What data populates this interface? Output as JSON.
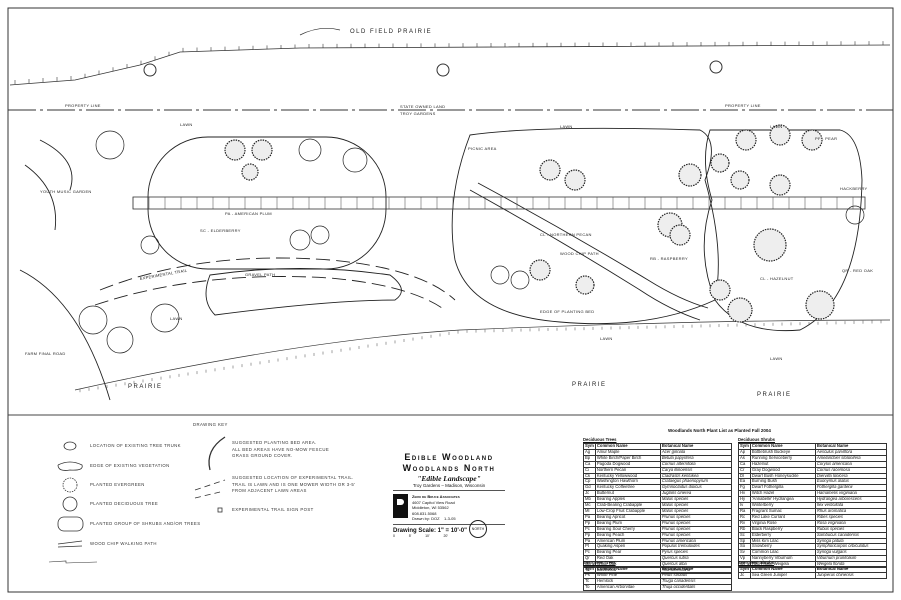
{
  "plan": {
    "labels": {
      "old_field_prairie": "OLD FIELD PRAIRIE",
      "property_line_left": "PROPERTY LINE",
      "property_line_right": "PROPERTY LINE",
      "state_owned_land": "STATE OWNED LAND",
      "troy_gardens": "TROY GARDENS",
      "lawn": "LAWN",
      "prairie": "PRAIRIE",
      "youth_garden": "YOUTH MUSIC GARDEN",
      "farm_road": "FARM FINAL ROAD",
      "gravel_path": "GRAVEL PATH",
      "experimental_trail": "EXPERIMENTAL TRAIL",
      "picnic_area": "PICNIC AREA",
      "pa_american_plum": "PA - AMERICAN PLUM",
      "sc_elderberry": "SC - ELDERBERRY",
      "wood_chip_path": "WOOD CHIP PATH",
      "hackberry": "HACKBERRY",
      "rb_raspberry": "RB - RASPBERRY",
      "cl_hazelnut": "CL - HAZELNUT",
      "pf_pear": "PF - PEAR",
      "qr_red_oak": "QR - RED OAK",
      "cl_northern_pecan": "CL - NORTHERN PECAN",
      "edge_of_bed": "EDGE OF PLANTING BED"
    }
  },
  "key": {
    "title": "DRAWING KEY",
    "items": [
      "LOCATION OF EXISTING TREE TRUNK",
      "EDGE OF EXISTING VEGETATION",
      "PLANTED EVERGREEN",
      "PLANTED DECIDUOUS TREE",
      "PLANTED GROUP OF SHRUBS AND/OR TREES",
      "WOOD CHIP WALKING PATH"
    ],
    "bed_note": [
      "SUGGESTED PLANTING BED AREA.",
      "ALL BED AREAS HAVE NO-MOW FESCUE",
      "GRASS GROUND COVER."
    ],
    "trail_note": [
      "SUGGESTED LOCATION OF EXPERIMENTAL TRAIL.",
      "TRAIL IS LAWN AND IS ONE MOWER WIDTH OR 3-5'",
      "FROM ADJACENT LAWN AREAS"
    ],
    "sign_post": "EXPERIMENTAL TRAIL SIGN POST"
  },
  "title_block": {
    "line1": "Edible Woodland",
    "line2": "Woodlands North",
    "subtitle": "\"Edible Landscape\"",
    "location": "Troy Gardens – Madison, Wisconsin",
    "firm": "Zero de Bruce Associates",
    "address1": "4607 Capitol View Road",
    "address2": "Middleton, WI 53562",
    "phone": "608.831.5068",
    "drawn_by": "Drawn by: DOZ",
    "date": "1-3-05",
    "scale": "Drawing Scale: 1\" = 10'-0\"",
    "scale_ticks": [
      "0",
      "5'",
      "10'",
      "20'"
    ],
    "north": "NORTH"
  },
  "plant_list": {
    "title": "Woodlands North Plant List as Planted Fall 2004",
    "headers": [
      "Sym",
      "Common Name",
      "Botanical Name"
    ],
    "deciduous_trees": {
      "title": "Deciduous Trees",
      "rows": [
        [
          "Ag",
          "Amur Maple",
          "Acer ginnala"
        ],
        [
          "Bp",
          "White Birch/Paper Birch",
          "Betula papyrifera"
        ],
        [
          "Ca",
          "Pagoda Dogwood",
          "Cornus alternifolia"
        ],
        [
          "Ci",
          "Northern Pecan",
          "Carya illinoensis"
        ],
        [
          "Ck",
          "Kentucky Yellowwood",
          "Cladrastis kentukea"
        ],
        [
          "Cp",
          "Washington Hawthorn",
          "Crataegus phaenopyrum"
        ],
        [
          "Gd",
          "Kentucky Coffeetree",
          "Gymnocladus dioicus"
        ],
        [
          "Jc",
          "Butternut",
          "Juglans cinerea"
        ],
        [
          "Mb",
          "Bearing Apples",
          "Malus species"
        ],
        [
          "Mc",
          "Crab-Bearing Crabapple",
          "Malus species"
        ],
        [
          "Ml",
          "Low-Crop Fruit Crabapple",
          "Malus species"
        ],
        [
          "Pa",
          "Bearing Apricot",
          "Prunus species"
        ],
        [
          "Pp",
          "Bearing Plum",
          "Prunus species"
        ],
        [
          "Pc",
          "Bearing Sour Cherry",
          "Prunus species"
        ],
        [
          "Pp",
          "Bearing Peach",
          "Prunus species"
        ],
        [
          "Pa",
          "American Plum",
          "Prunus americana"
        ],
        [
          "Pt",
          "Quaking Aspen",
          "Populus tremuloides"
        ],
        [
          "Pc",
          "Bearing Pear",
          "Pyrus species"
        ],
        [
          "Qr",
          "Red Oak",
          "Quercus rubra"
        ],
        [
          "Qa",
          "White Oak",
          "Quercus alba"
        ],
        [
          "Ta",
          "Basswood",
          "Tilia americana"
        ]
      ]
    },
    "evergreen_trees": {
      "title": "Evergreen Trees",
      "rows": [
        [
          "Ps",
          "White Pine",
          "Pinus strobus"
        ],
        [
          "Tc",
          "Hemlock",
          "Tsuga canadensis"
        ],
        [
          "To",
          "American Arborvitae",
          "Thuja occidentalis"
        ]
      ]
    },
    "deciduous_shrubs": {
      "title": "Deciduous Shrubs",
      "rows": [
        [
          "Ap",
          "Bottlebrush Buckeye",
          "Aesculus parviflora"
        ],
        [
          "As",
          "Running Serviceberry",
          "Amelanchier stolonifera"
        ],
        [
          "Ca",
          "Hazelnut",
          "Corylus americana"
        ],
        [
          "Cr",
          "Gray Dogwood",
          "Cornus racemosa"
        ],
        [
          "Dl",
          "Dwarf Bush Honeysuckle",
          "Diervilla lonicera"
        ],
        [
          "Ea",
          "Burning Bush",
          "Euonymus alatus"
        ],
        [
          "Fg",
          "Dwarf Fothergilla",
          "Fothergilla gardenii"
        ],
        [
          "Hv",
          "Witch Hazel",
          "Hamamelis virginiana"
        ],
        [
          "Hy",
          "'Annabelle' Hydrangea",
          "Hydrangea arborescens"
        ],
        [
          "Iv",
          "Winterberry",
          "Ilex verticillata"
        ],
        [
          "Ra",
          "Fragrant Sumac",
          "Rhus aromatica"
        ],
        [
          "Rc",
          "Red Lake Currant",
          "Ribes species"
        ],
        [
          "Rv",
          "Virginia Rose",
          "Rosa virginiana"
        ],
        [
          "Rb",
          "Black Raspberry",
          "Rubus species"
        ],
        [
          "Sc",
          "Elderberry",
          "Sambucus canadensis"
        ],
        [
          "Sp",
          "Miss Kim Lilac",
          "Syringa patula"
        ],
        [
          "So",
          "Snowberry",
          "Symphoricarpos orbiculatus"
        ],
        [
          "Sv",
          "Common Lilac",
          "Syringa vulgaris"
        ],
        [
          "Vp",
          "Nannyberry Viburnum",
          "Viburnum prunifolium"
        ],
        [
          "Wf",
          "Red Prince Weigela",
          "Weigela florida"
        ]
      ]
    },
    "evergreen_shrubs": {
      "title": "Evergreen Shrubs",
      "rows": [
        [
          "Jc",
          "Sea Green Juniper",
          "Juniperus chinensis"
        ]
      ]
    }
  }
}
